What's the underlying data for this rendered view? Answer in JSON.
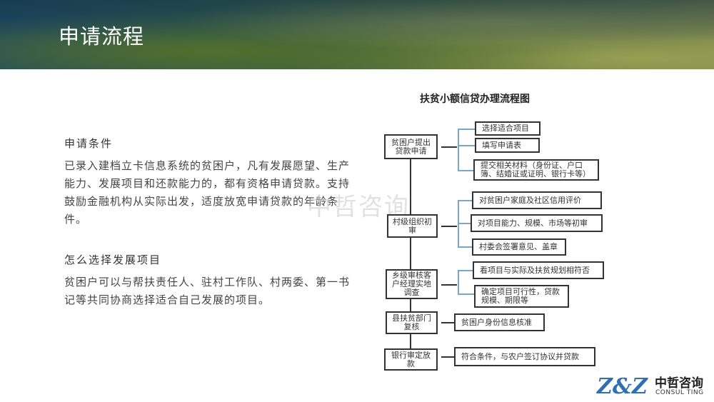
{
  "header": {
    "title": "申请流程"
  },
  "left": {
    "section1_title": "申请条件",
    "section1_text": "已录入建档立卡信息系统的贫困户，凡有发展愿望、生产能力、发展项目和还款能力的，都有资格申请贷款。支持鼓励金融机构从实际出发，适度放宽申请贷款的年龄条件。",
    "section2_title": "怎么选择发展项目",
    "section2_text": "贫困户可以与帮扶责任人、驻村工作队、村两委、第一书记等共同协商选择适合自己发展的项目。"
  },
  "flowchart": {
    "title": "扶贫小额信贷办理流程图",
    "steps": [
      "贫困户提出贷款申请",
      "村级组织初审",
      "乡级审核客户经理实地调查",
      "县扶贫部门复核",
      "银行审定放款"
    ],
    "details": [
      "选择适合项目",
      "填写申请表",
      "提交相关材料（身份证、户口簿、结婚证或证明、银行卡等）",
      "对贫困户家庭及社区信用评价",
      "对项目能力、规模、市场等初审",
      "村委会签署意见、盖章",
      "看项目与实际及扶贫规划相符否",
      "确定项目可行性，贷款规模、期限等",
      "贫困户身份信息核准",
      "符合条件，与农户签订协议并贷款"
    ]
  },
  "watermark": "中哲咨询",
  "logo": {
    "mark": "Z&Z",
    "name_cn": "中哲咨询",
    "name_en": "CONSUL TING"
  }
}
